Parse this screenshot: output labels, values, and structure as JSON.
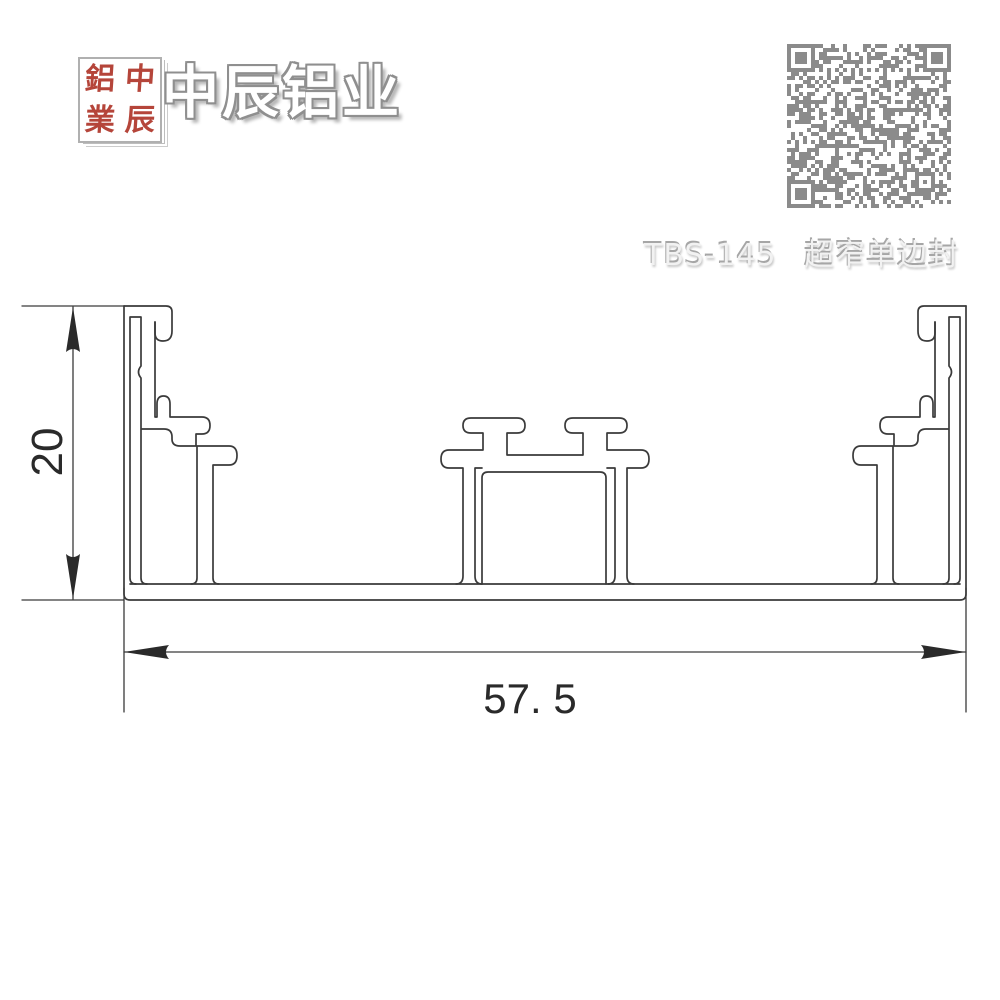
{
  "page": {
    "background": "#ffffff"
  },
  "header": {
    "seal": {
      "chars": [
        "鋁",
        "中",
        "業",
        "辰"
      ],
      "char_color": "#b5453a"
    },
    "title": "中辰铝业",
    "title_color": "#ffffff",
    "title_outline_color": "#8f8f8f",
    "qr": {
      "modules": 41,
      "module_size": 4,
      "color": "#8b8b8b",
      "seed": 20145
    }
  },
  "product": {
    "model": "TBS-145",
    "name": "超窄单边封",
    "text_color": "#f2f2f2"
  },
  "drawing": {
    "description": "aluminum extrusion profile cross-section",
    "line_color": "#3a3a3a",
    "dim_color": "#2a2a2a",
    "dimensions": {
      "height_mm": "20",
      "width_mm": "57. 5"
    }
  }
}
